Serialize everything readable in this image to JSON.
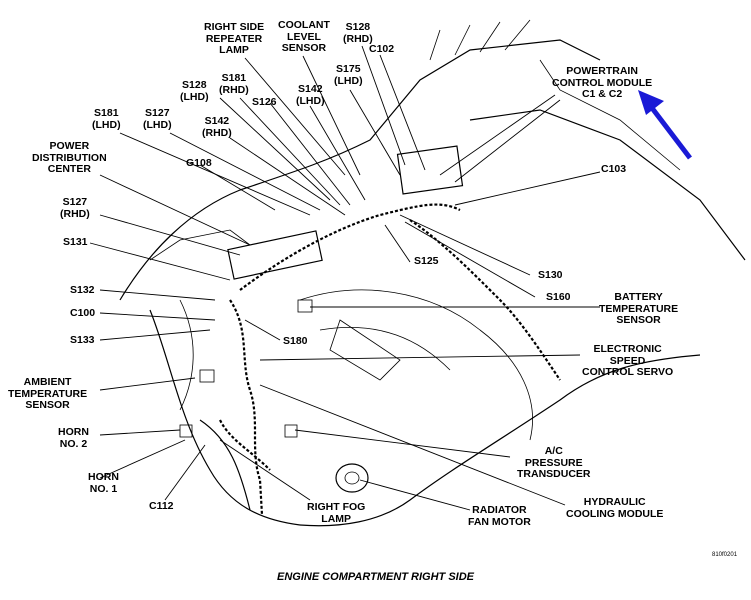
{
  "caption": "ENGINE COMPARTMENT RIGHT SIDE",
  "figure_id": "810f0201",
  "arrow_color": "#1a1ad6",
  "labels": {
    "right_side_repeater_lamp": "RIGHT SIDE\nREPEATER\nLAMP",
    "coolant_level_sensor": "COOLANT\nLEVEL\nSENSOR",
    "s128_rhd": "S128\n(RHD)",
    "c102": "C102",
    "s175_lhd": "S175\n(LHD)",
    "powertrain_control_module": "POWERTRAIN\nCONTROL MODULE\nC1 & C2",
    "s128_lhd": "S128\n(LHD)",
    "s181_rhd": "S181\n(RHD)",
    "s126": "S126",
    "s142_lhd": "S142\n(LHD)",
    "s181_lhd": "S181\n(LHD)",
    "s127_lhd": "S127\n(LHD)",
    "s142_rhd": "S142\n(RHD)",
    "power_distribution_center": "POWER\nDISTRIBUTION\nCENTER",
    "g108": "G108",
    "c103": "C103",
    "s127_rhd": "S127\n(RHD)",
    "s131": "S131",
    "s125": "S125",
    "s130": "S130",
    "s160": "S160",
    "s132": "S132",
    "c100": "C100",
    "battery_temperature_sensor": "BATTERY\nTEMPERATURE\nSENSOR",
    "s133": "S133",
    "s180": "S180",
    "electronic_speed_control_servo": "ELECTRONIC\nSPEED\nCONTROL SERVO",
    "ambient_temperature_sensor": "AMBIENT\nTEMPERATURE\nSENSOR",
    "horn_no_2": "HORN\nNO. 2",
    "ac_pressure_transducer": "A/C\nPRESSURE\nTRANSDUCER",
    "horn_no_1": "HORN\nNO. 1",
    "hydraulic_cooling_module": "HYDRAULIC\nCOOLING MODULE",
    "c112": "C112",
    "right_fog_lamp": "RIGHT FOG\nLAMP",
    "radiator_fan_motor": "RADIATOR\nFAN MOTOR"
  }
}
